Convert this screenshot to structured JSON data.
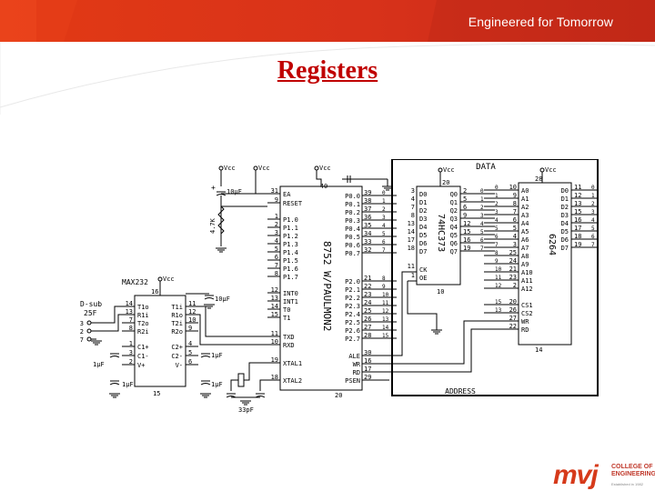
{
  "header": {
    "tagline": "Engineered for Tomorrow",
    "bar_color": "#e03516"
  },
  "slide": {
    "title": "Registers",
    "title_color": "#c00000"
  },
  "schematic": {
    "power_label": "Vcc",
    "cap_10uf": "10μF",
    "cap_1uf": "1μF",
    "cap_33pf": "33pF",
    "resistor": "4.7K",
    "data_bus": "DATA",
    "address_bus": "ADDRESS",
    "dsub": "D-sub",
    "dsub2": "25F",
    "mcu": {
      "name": "8752 W/PAULMON2",
      "pin_40": "40",
      "pin_20": "20",
      "left_pins": [
        {
          "num": "31",
          "name": "EA"
        },
        {
          "num": "9",
          "name": "RESET"
        },
        {
          "num": "1",
          "name": "P1.0"
        },
        {
          "num": "2",
          "name": "P1.1"
        },
        {
          "num": "3",
          "name": "P1.2"
        },
        {
          "num": "4",
          "name": "P1.3"
        },
        {
          "num": "5",
          "name": "P1.4"
        },
        {
          "num": "6",
          "name": "P1.5"
        },
        {
          "num": "7",
          "name": "P1.6"
        },
        {
          "num": "8",
          "name": "P1.7"
        },
        {
          "num": "12",
          "name": "INT0"
        },
        {
          "num": "13",
          "name": "INT1"
        },
        {
          "num": "14",
          "name": "T0"
        },
        {
          "num": "15",
          "name": "T1"
        },
        {
          "num": "11",
          "name": "TXD"
        },
        {
          "num": "10",
          "name": "RXD"
        },
        {
          "num": "19",
          "name": "XTAL1"
        },
        {
          "num": "18",
          "name": "XTAL2"
        }
      ],
      "p0": [
        {
          "name": "P0.0",
          "num": "39",
          "bit": "0"
        },
        {
          "name": "P0.1",
          "num": "38",
          "bit": "1"
        },
        {
          "name": "P0.2",
          "num": "37",
          "bit": "2"
        },
        {
          "name": "P0.3",
          "num": "36",
          "bit": "3"
        },
        {
          "name": "P0.4",
          "num": "35",
          "bit": "4"
        },
        {
          "name": "P0.5",
          "num": "34",
          "bit": "5"
        },
        {
          "name": "P0.6",
          "num": "33",
          "bit": "6"
        },
        {
          "name": "P0.7",
          "num": "32",
          "bit": "7"
        }
      ],
      "p2": [
        {
          "name": "P2.0",
          "num": "21",
          "bit": "8"
        },
        {
          "name": "P2.1",
          "num": "22",
          "bit": "9"
        },
        {
          "name": "P2.2",
          "num": "23",
          "bit": "10"
        },
        {
          "name": "P2.3",
          "num": "24",
          "bit": "11"
        },
        {
          "name": "P2.4",
          "num": "25",
          "bit": "12"
        },
        {
          "name": "P2.5",
          "num": "26",
          "bit": "13"
        },
        {
          "name": "P2.6",
          "num": "27",
          "bit": "14"
        },
        {
          "name": "P2.7",
          "num": "28",
          "bit": "15"
        }
      ],
      "ctrl": [
        {
          "name": "ALE",
          "num": "30"
        },
        {
          "name": "WR",
          "num": "16"
        },
        {
          "name": "RD",
          "num": "17"
        },
        {
          "name": "PSEN",
          "num": "29"
        }
      ]
    },
    "latch": {
      "name": "74HC373",
      "pin_top": "20",
      "pin_bottom": "10",
      "d_nums": [
        "3",
        "4",
        "7",
        "8",
        "13",
        "14",
        "17",
        "18"
      ],
      "d_names": [
        "D0",
        "D1",
        "D2",
        "D3",
        "D4",
        "D5",
        "D6",
        "D7"
      ],
      "q_names": [
        "Q0",
        "Q1",
        "Q2",
        "Q3",
        "Q4",
        "Q5",
        "Q6",
        "Q7"
      ],
      "q_nums": [
        "2",
        "5",
        "6",
        "9",
        "12",
        "15",
        "16",
        "19"
      ],
      "q_bits": [
        "0",
        "1",
        "2",
        "3",
        "4",
        "5",
        "6",
        "7"
      ],
      "ck": {
        "name": "CK",
        "num": "11"
      },
      "oe": {
        "name": "OE",
        "num": "1"
      }
    },
    "ram": {
      "name": "6264",
      "pin_top": "28",
      "pin_bottom": "14",
      "a_bits": [
        "0",
        "1",
        "2",
        "3",
        "4",
        "5",
        "6",
        "7",
        "8",
        "9",
        "10",
        "11",
        "12"
      ],
      "a_nums": [
        "10",
        "9",
        "8",
        "7",
        "6",
        "5",
        "4",
        "3",
        "25",
        "24",
        "21",
        "23",
        "2"
      ],
      "a_names": [
        "A0",
        "A1",
        "A2",
        "A3",
        "A4",
        "A5",
        "A6",
        "A7",
        "A8",
        "A9",
        "A10",
        "A11",
        "A12"
      ],
      "ctrl": [
        {
          "num": "20",
          "name": "CS1",
          "bit": "15"
        },
        {
          "num": "26",
          "name": "CS2",
          "bit": "13"
        },
        {
          "num": "27",
          "name": "WR",
          "bit": ""
        },
        {
          "num": "22",
          "name": "RD",
          "bit": ""
        }
      ],
      "d_names": [
        "D0",
        "D1",
        "D2",
        "D3",
        "D4",
        "D5",
        "D6",
        "D7"
      ],
      "d_nums": [
        "11",
        "12",
        "13",
        "15",
        "16",
        "17",
        "18",
        "19"
      ],
      "d_bits": [
        "0",
        "1",
        "2",
        "3",
        "4",
        "5",
        "6",
        "7"
      ]
    },
    "max232": {
      "name": "MAX232",
      "pin_16": "16",
      "pin_15": "15",
      "rows": [
        {
          "ln": "14",
          "l": "T1o",
          "r": "T1i",
          "rn": "11"
        },
        {
          "ln": "13",
          "l": "R1i",
          "r": "R1o",
          "rn": "12"
        },
        {
          "ln": "7",
          "l": "T2o",
          "r": "T2i",
          "rn": "10"
        },
        {
          "ln": "8",
          "l": "R2i",
          "r": "R2o",
          "rn": "9"
        }
      ],
      "cap_rows": [
        {
          "ln": "1",
          "l": "C1+",
          "r": "C2+",
          "rn": "4"
        },
        {
          "ln": "3",
          "l": "C1-",
          "r": "C2-",
          "rn": "5"
        },
        {
          "ln": "2",
          "l": "V+",
          "r": "V-",
          "rn": "6"
        }
      ],
      "dsub_pins": [
        "3",
        "2",
        "7"
      ]
    }
  },
  "logo": {
    "mark": "mvj",
    "line1": "COLLEGE OF",
    "line2": "ENGINEERING",
    "line3": "Established in 1982",
    "color": "#d63a1a"
  }
}
